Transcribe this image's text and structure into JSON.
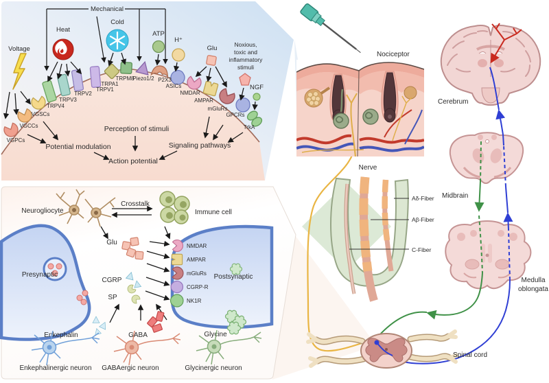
{
  "panel_transduction": {
    "stimuli": {
      "voltage": "Voltage",
      "heat": "Heat",
      "cold": "Cold",
      "mechanical": "Mechanical",
      "atp": "ATP",
      "proton": "H⁺",
      "glu": "Glu",
      "noxious_lines": [
        "Noxious,",
        "toxic and",
        "inflammatory",
        "stimuli"
      ],
      "ngf": "NGF"
    },
    "receptors": [
      "VGPCs",
      "VGCCs",
      "VGSCs",
      "TRPV4",
      "TRPV3",
      "TRPV2",
      "TRPV1",
      "TRPA1",
      "TRPM8",
      "Piezo1/2",
      "P2X3",
      "ASICs",
      "NMDAR",
      "AMPAR",
      "mGluRs",
      "GPCRs",
      "TrkA"
    ],
    "outcomes": {
      "perception": "Perception of stimuli",
      "modulation": "Potential modulation",
      "signaling": "Signaling pathways",
      "action": "Action potential"
    }
  },
  "panel_synapse": {
    "glia": "Neurogliocyte",
    "crosstalk": "Crosstalk",
    "immune": "Immune cell",
    "presynaptic": "Presynaptic",
    "postsynaptic": "Postsynaptic",
    "mediators": {
      "glu": "Glu",
      "cgrp": "CGRP",
      "sp": "SP",
      "enkephalin": "Enkephalin",
      "gaba": "GABA",
      "glycine": "Glycine"
    },
    "receptors": [
      "NMDAR",
      "AMPAR",
      "mGluRs",
      "CGRP-R",
      "NK1R"
    ],
    "neurons": [
      "Enkephalinergic neuron",
      "GABAergic neuron",
      "Glycinergic neuron"
    ]
  },
  "pathway_map": {
    "nociceptor": "Nociceptor",
    "nerve": "Nerve",
    "fibers": [
      "Aδ-Fiber",
      "Aβ-Fiber",
      "C-Fiber"
    ],
    "cerebrum": "Cerebrum",
    "midbrain": "Midbrain",
    "medulla_lines": [
      "Medulla",
      "oblongata"
    ],
    "spinal_cord": "Spinal cord"
  },
  "colors": {
    "ascending_pathway": "#2f3fd4",
    "descending_pathway": "#3f9147",
    "afferent_fiber": "#e9b544",
    "cortical_branch": "#c92a1f",
    "panel_blue": "#cde0f2",
    "membrane": "#a06a5a"
  }
}
